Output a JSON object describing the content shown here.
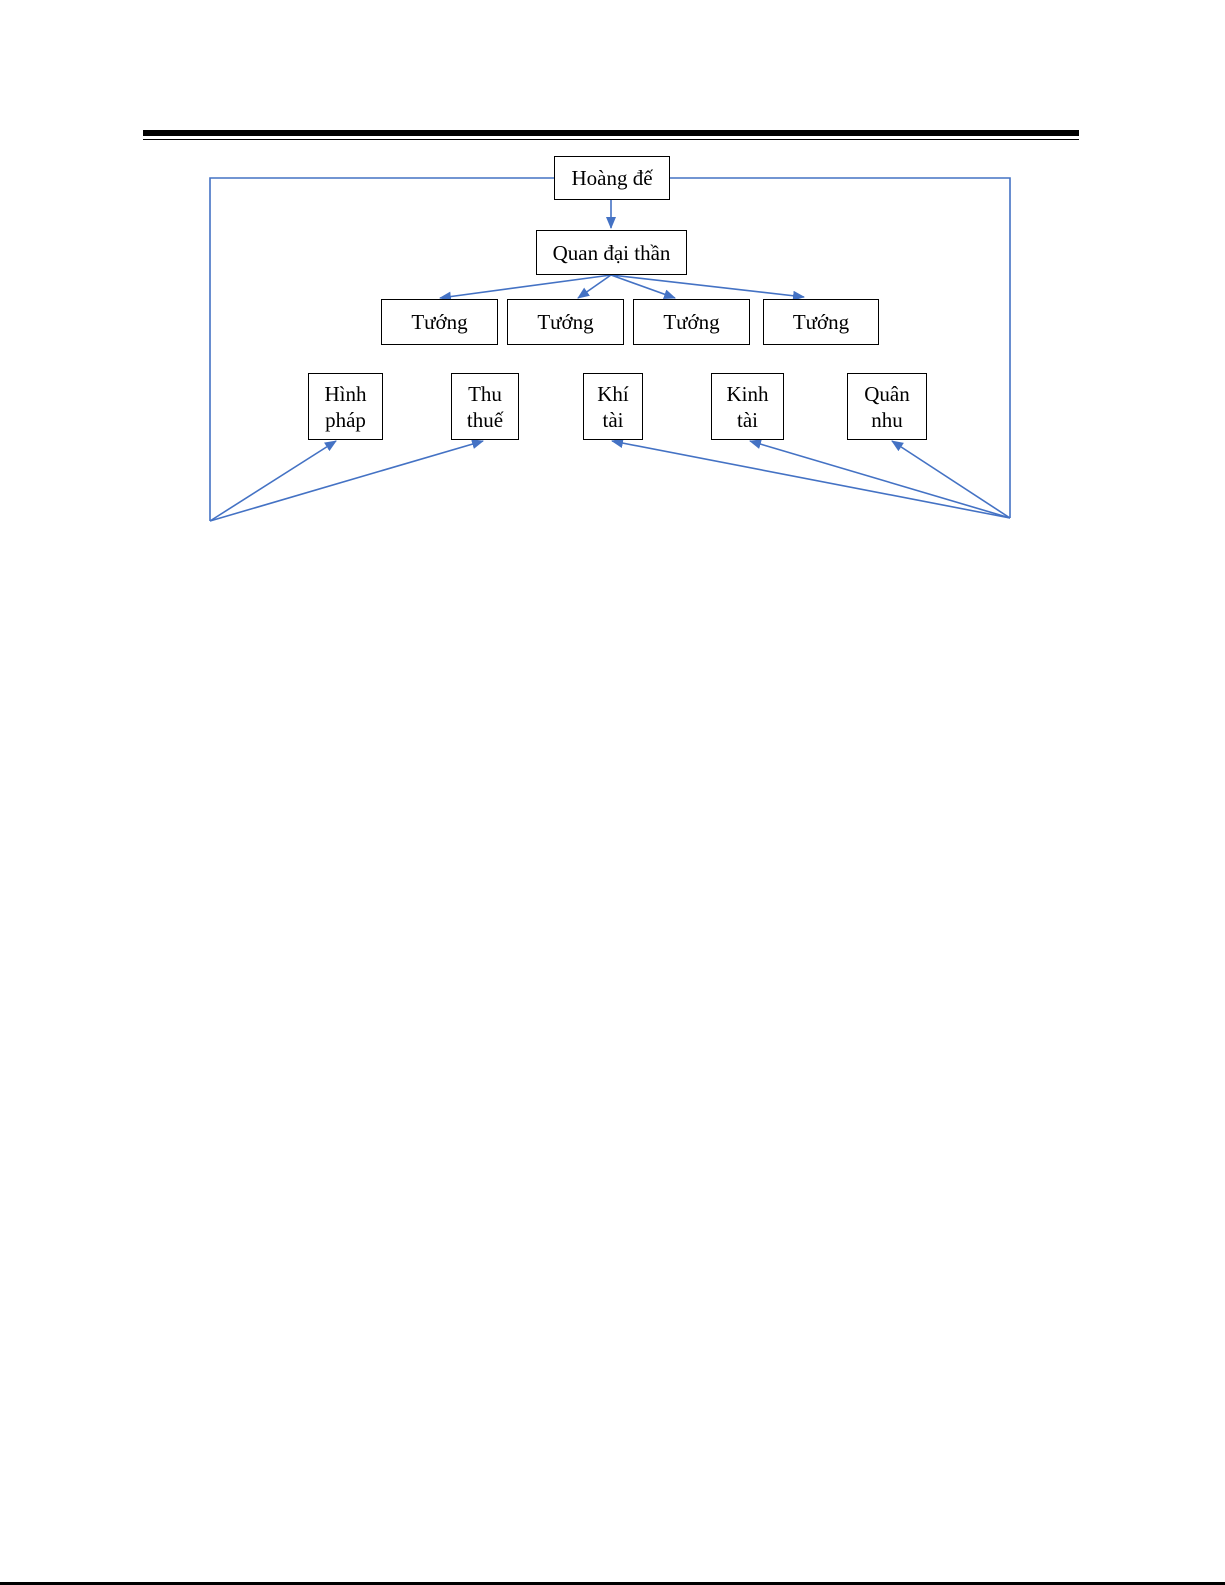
{
  "diagram": {
    "colors": {
      "connector": "#4472c4",
      "box_border": "#000000",
      "text": "#000000"
    },
    "root": {
      "label": "Hoàng đế"
    },
    "minister": {
      "label": "Quan đại thần"
    },
    "generals": [
      {
        "label": "Tướng"
      },
      {
        "label": "Tướng"
      },
      {
        "label": "Tướng"
      },
      {
        "label": "Tướng"
      }
    ],
    "departments": [
      {
        "line1": "Hình",
        "line2": "pháp"
      },
      {
        "line1": "Thu",
        "line2": "thuế"
      },
      {
        "line1": "Khí",
        "line2": "tài"
      },
      {
        "line1": "Kinh",
        "line2": "tài"
      },
      {
        "line1": "Quân",
        "line2": "nhu"
      }
    ],
    "edges": [
      {
        "from": "root",
        "to": "minister"
      },
      {
        "from": "minister",
        "to": "general-1"
      },
      {
        "from": "minister",
        "to": "general-2"
      },
      {
        "from": "minister",
        "to": "general-3"
      },
      {
        "from": "minister",
        "to": "general-4"
      },
      {
        "from": "root",
        "to": "department-hinh-phap"
      },
      {
        "from": "root",
        "to": "department-thu-thue"
      },
      {
        "from": "root",
        "to": "department-khi-tai"
      },
      {
        "from": "root",
        "to": "department-kinh-tai"
      },
      {
        "from": "root",
        "to": "department-quan-nhu"
      }
    ]
  }
}
